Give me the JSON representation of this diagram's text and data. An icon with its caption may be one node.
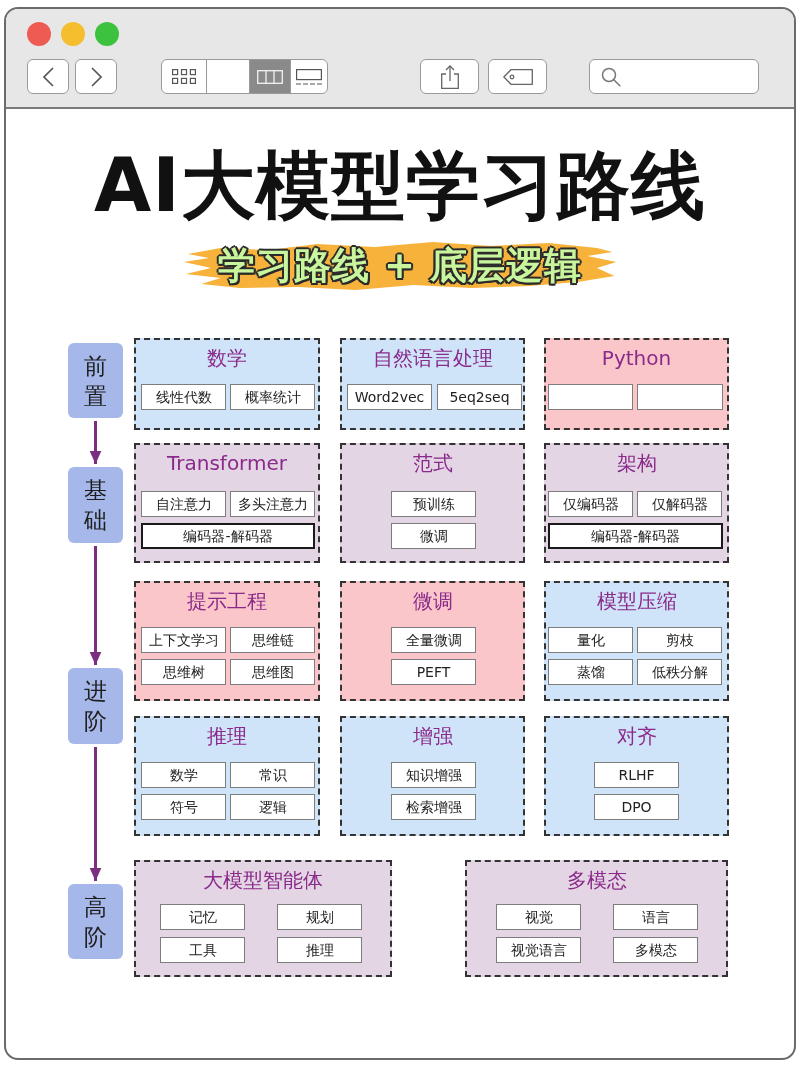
{
  "diagram": {
    "title": "AI大模型学习路线",
    "nodes": [
      {
        "text": [
          "前置"
        ]
      },
      {
        "text": [
          "数学"
        ]
      },
      {
        "text": [
          "线性代数"
        ],
        "in": 1
      },
      {
        "text": [
          "概率统计"
        ],
        "in": 1
      },
      {
        "text": [
          "自然语言处理"
        ]
      },
      {
        "text": [
          "Word2vec"
        ],
        "in": 4
      },
      {
        "text": [
          "5eq2seq"
        ],
        "in": 4
      },
      {
        "text": [
          "Python"
        ]
      },
      {
        "text": [],
        "shape": "box",
        "in": 7
      },
      {
        "text": [],
        "shape": "box",
        "in": 7
      },
      {
        "text": [
          "基础"
        ]
      },
      {
        "text": [
          "Transformer"
        ]
      },
      {
        "text": [
          "自注意力"
        ],
        "in": 11
      },
      {
        "text": [
          "多头注意力"
        ],
        "in": 11
      },
      {
        "text": [
          "编码器-解码器"
        ],
        "in": 11
      },
      {
        "text": [
          "范式"
        ]
      },
      {
        "text": [
          "预训练"
        ],
        "in": 15
      },
      {
        "text": [
          "微调"
        ],
        "in": 15
      },
      {
        "text": [
          "架构"
        ]
      },
      {
        "text": [
          "仅编码器"
        ],
        "in": 18
      },
      {
        "text": [
          "仅解码器"
        ],
        "in": 18
      },
      {
        "text": [
          "编码器-解码器"
        ],
        "in": 18
      },
      {
        "text": [
          "进阶"
        ]
      },
      {
        "text": [
          "提示工程"
        ]
      },
      {
        "text": [
          "上下文学习"
        ],
        "in": 23
      },
      {
        "text": [
          "思维链"
        ],
        "in": 23
      },
      {
        "text": [
          "思维树"
        ],
        "in": 23
      },
      {
        "text": [
          "思维图"
        ],
        "in": 23
      },
      {
        "text": [
          "微调"
        ]
      },
      {
        "text": [
          "全量微调"
        ],
        "in": 28
      },
      {
        "text": [
          "PEFT"
        ],
        "in": 28
      },
      {
        "text": [
          "模型压缩"
        ]
      },
      {
        "text": [
          "量化"
        ],
        "in": 31
      },
      {
        "text": [
          "剪枝"
        ],
        "in": 31
      },
      {
        "text": [
          "蒸馏"
        ],
        "in": 31
      },
      {
        "text": [
          "低秩分解"
        ],
        "in": 31
      },
      {
        "text": [
          "推理"
        ]
      },
      {
        "text": [
          "数学"
        ],
        "in": 36
      },
      {
        "text": [
          "常识"
        ],
        "in": 36
      },
      {
        "text": [
          "符号"
        ],
        "in": 36
      },
      {
        "text": [
          "逻辑"
        ],
        "in": 36
      },
      {
        "text": [
          "增强"
        ]
      },
      {
        "text": [
          "知识增强"
        ],
        "in": 41
      },
      {
        "text": [
          "检索增强"
        ],
        "in": 41
      },
      {
        "text": [
          "对齐"
        ]
      },
      {
        "text": [
          "RLHF"
        ],
        "in": 44
      },
      {
        "text": [
          "DPO"
        ],
        "in": 44
      },
      {
        "text": [
          "高阶"
        ]
      },
      {
        "text": [
          "大模型智能体"
        ]
      },
      {
        "text": [
          "记忆"
        ],
        "in": 48
      },
      {
        "text": [
          "规划"
        ],
        "in": 48
      },
      {
        "text": [
          "工具"
        ],
        "in": 48
      },
      {
        "text": [
          "推理"
        ],
        "in": 48
      },
      {
        "text": [
          "多模态"
        ]
      },
      {
        "text": [
          "视觉"
        ],
        "in": 53
      },
      {
        "text": [
          "语言"
        ],
        "in": 53
      },
      {
        "text": [
          "视觉语言"
        ],
        "in": 53
      },
      {
        "text": [
          "多模态"
        ],
        "in": 53
      }
    ],
    "edges": [
      {
        "from": 0,
        "to": 10,
        "arrow": "to"
      },
      {
        "from": 10,
        "to": 22,
        "arrow": "to"
      },
      {
        "from": 22,
        "to": 47,
        "arrow": "to"
      }
    ],
    "labels": [
      "学习路线 + 底层逻辑"
    ]
  }
}
